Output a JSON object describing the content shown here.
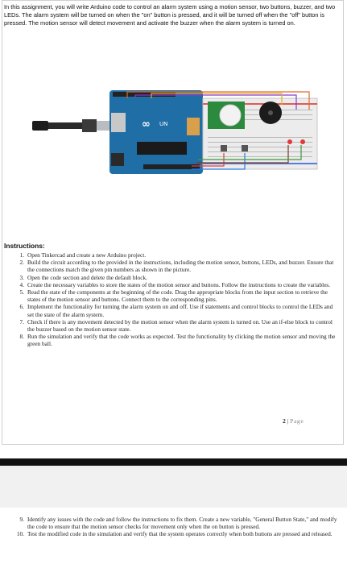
{
  "intro": "In this assignment, you will write Arduino code to control an alarm system using a motion sensor, two buttons, buzzer, and two LEDs. The alarm system will be turned on when the \"on\" button is pressed, and it will be turned off when the \"off\" button is pressed. The motion sensor will detect movement and activate the buzzer when the alarm system is turned on.",
  "board_label": "UN",
  "instructions_title": "Instructions:",
  "steps": [
    {
      "num": "1.",
      "text": "Open Tinkercad and create a new Arduino project."
    },
    {
      "num": "2.",
      "text": "Build the circuit according to the provided in the instructions, including the motion sensor, buttons, LEDs, and buzzer. Ensure that the connections match the given pin numbers as shown in the picture."
    },
    {
      "num": "3.",
      "text": "Open the code section and delete the default block."
    },
    {
      "num": "4.",
      "text": "Create the necessary variables to store the states of the motion sensor and buttons. Follow the instructions to create the variables."
    },
    {
      "num": "5.",
      "text": "Read the state of the components at the beginning of the code. Drag the appropriate blocks from the input section to retrieve the states of the motion sensor and buttons. Connect them to the corresponding pins."
    },
    {
      "num": "6.",
      "text": "Implement the functionality for turning the alarm system on and off. Use if statements and control blocks to control the LEDs and set the state of the alarm system."
    },
    {
      "num": "7.",
      "text": "Check if there is any movement detected by the motion sensor when the alarm system is turned on. Use an if-else block to control the buzzer based on the motion sensor state."
    },
    {
      "num": "8.",
      "text": "Run the simulation and verify that the code works as expected. Test the functionality by clicking the motion sensor and moving the green ball."
    }
  ],
  "page_number": "2",
  "page_sep": " | ",
  "page_word": "Page",
  "steps_continued": [
    {
      "num": "9.",
      "text": "Identify any issues with the code and follow the instructions to fix them. Create a new variable, \"General Button State,\" and modify the code to ensure that the motion sensor checks for movement only when the on button is pressed."
    },
    {
      "num": "10.",
      "text": "Test the modified code in the simulation and verify that the system operates correctly when both buttons are pressed and released."
    }
  ]
}
